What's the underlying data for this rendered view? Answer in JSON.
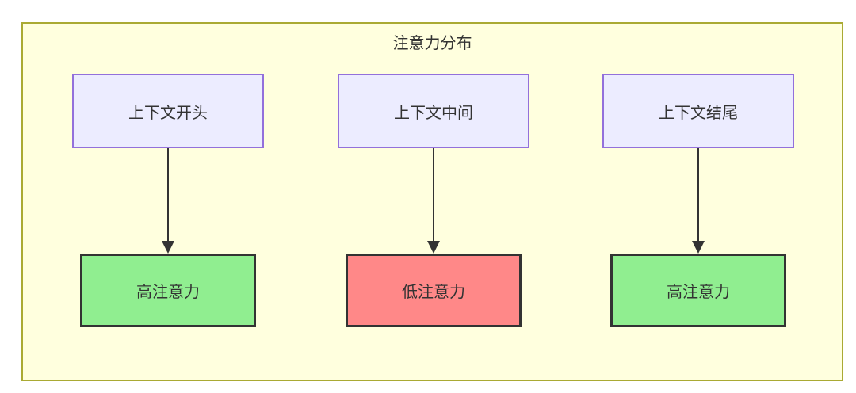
{
  "diagram": {
    "title": "注意力分布",
    "colors": {
      "canvas_bg": "#ffffff",
      "frame_bg": "#ffffde",
      "frame_border": "#aaaa33",
      "source_bg": "#ececff",
      "source_border": "#9370db",
      "high_bg": "#90ee90",
      "low_bg": "#ff8888",
      "target_border": "#333333",
      "arrow": "#333333",
      "text": "#333333"
    },
    "columns": [
      {
        "source": "上下文开头",
        "target": "高注意力",
        "level": "high"
      },
      {
        "source": "上下文中间",
        "target": "低注意力",
        "level": "low"
      },
      {
        "source": "上下文结尾",
        "target": "高注意力",
        "level": "high"
      }
    ]
  }
}
